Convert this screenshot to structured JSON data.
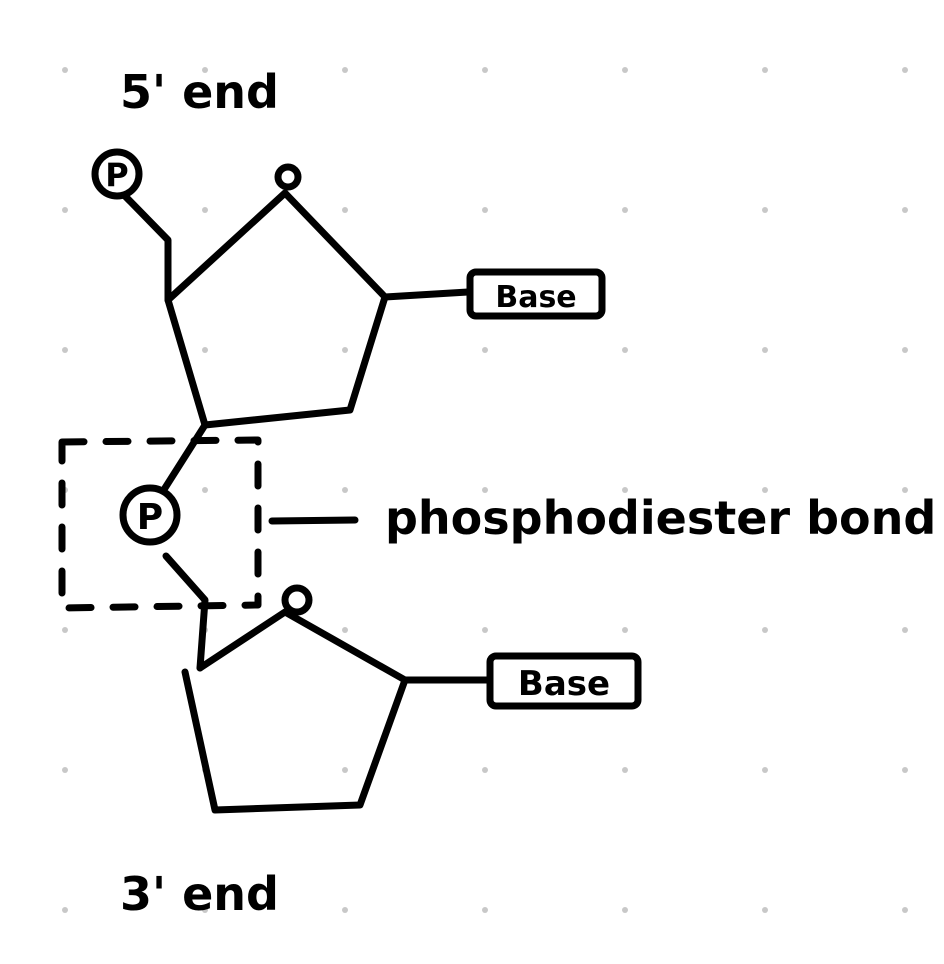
{
  "labels": {
    "five_prime": "5' end",
    "three_prime": "3' end",
    "phosphate_top": "P",
    "phosphate_middle": "P",
    "base_top": "Base",
    "base_bottom": "Base",
    "bond": "phosphodiester bond"
  },
  "colors": {
    "ink": "#000000",
    "grid_dot": "#c8c8c8",
    "background": "#ffffff"
  }
}
